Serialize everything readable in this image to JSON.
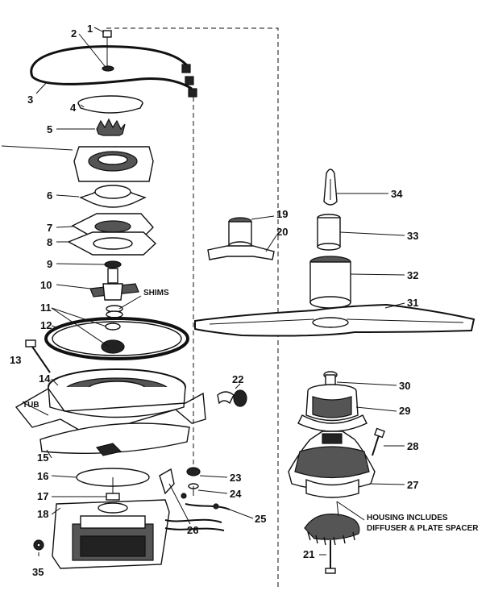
{
  "labels": {
    "1": "1",
    "2": "2",
    "3": "3",
    "4": "4",
    "5": "5",
    "6": "6",
    "7": "7",
    "8": "8",
    "9": "9",
    "10": "10",
    "11": "11",
    "12": "12",
    "13": "13",
    "14": "14",
    "15": "15",
    "16": "16",
    "17": "17",
    "18": "18",
    "19": "19",
    "20": "20",
    "21": "21",
    "22": "22",
    "23": "23",
    "24": "24",
    "25": "25",
    "26": "26",
    "27": "27",
    "28": "28",
    "29": "29",
    "30": "30",
    "31": "31",
    "32": "32",
    "33": "33",
    "34": "34",
    "35": "35"
  },
  "notes": {
    "shims": "SHIMS",
    "tub": "TUB",
    "housing_line1": "HOUSING INCLUDES",
    "housing_line2": "DIFFUSER & PLATE SPACER"
  }
}
